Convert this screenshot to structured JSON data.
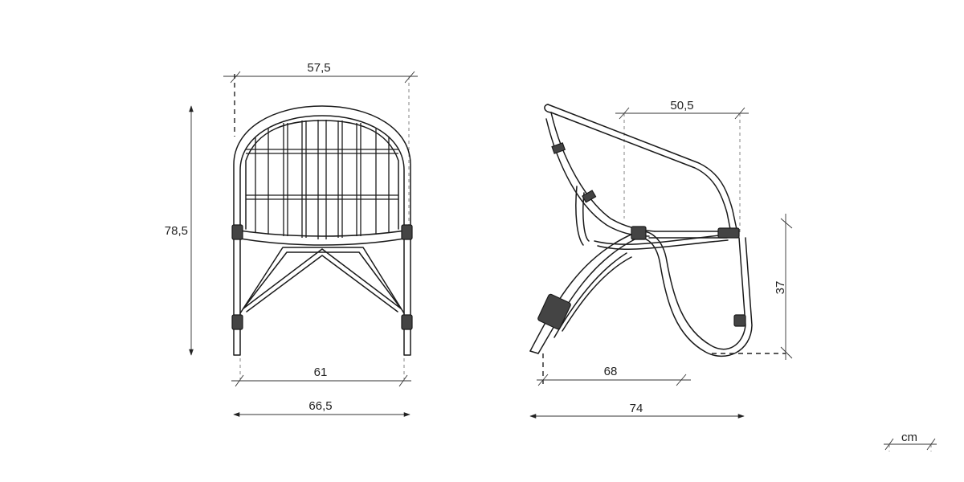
{
  "front_view": {
    "top_width": "57,5",
    "height": "78,5",
    "leg_spacing": "61",
    "overall_width": "66,5"
  },
  "side_view": {
    "seat_depth": "50,5",
    "seat_height": "37",
    "base_depth": "68",
    "overall_depth": "74"
  },
  "unit": "cm"
}
